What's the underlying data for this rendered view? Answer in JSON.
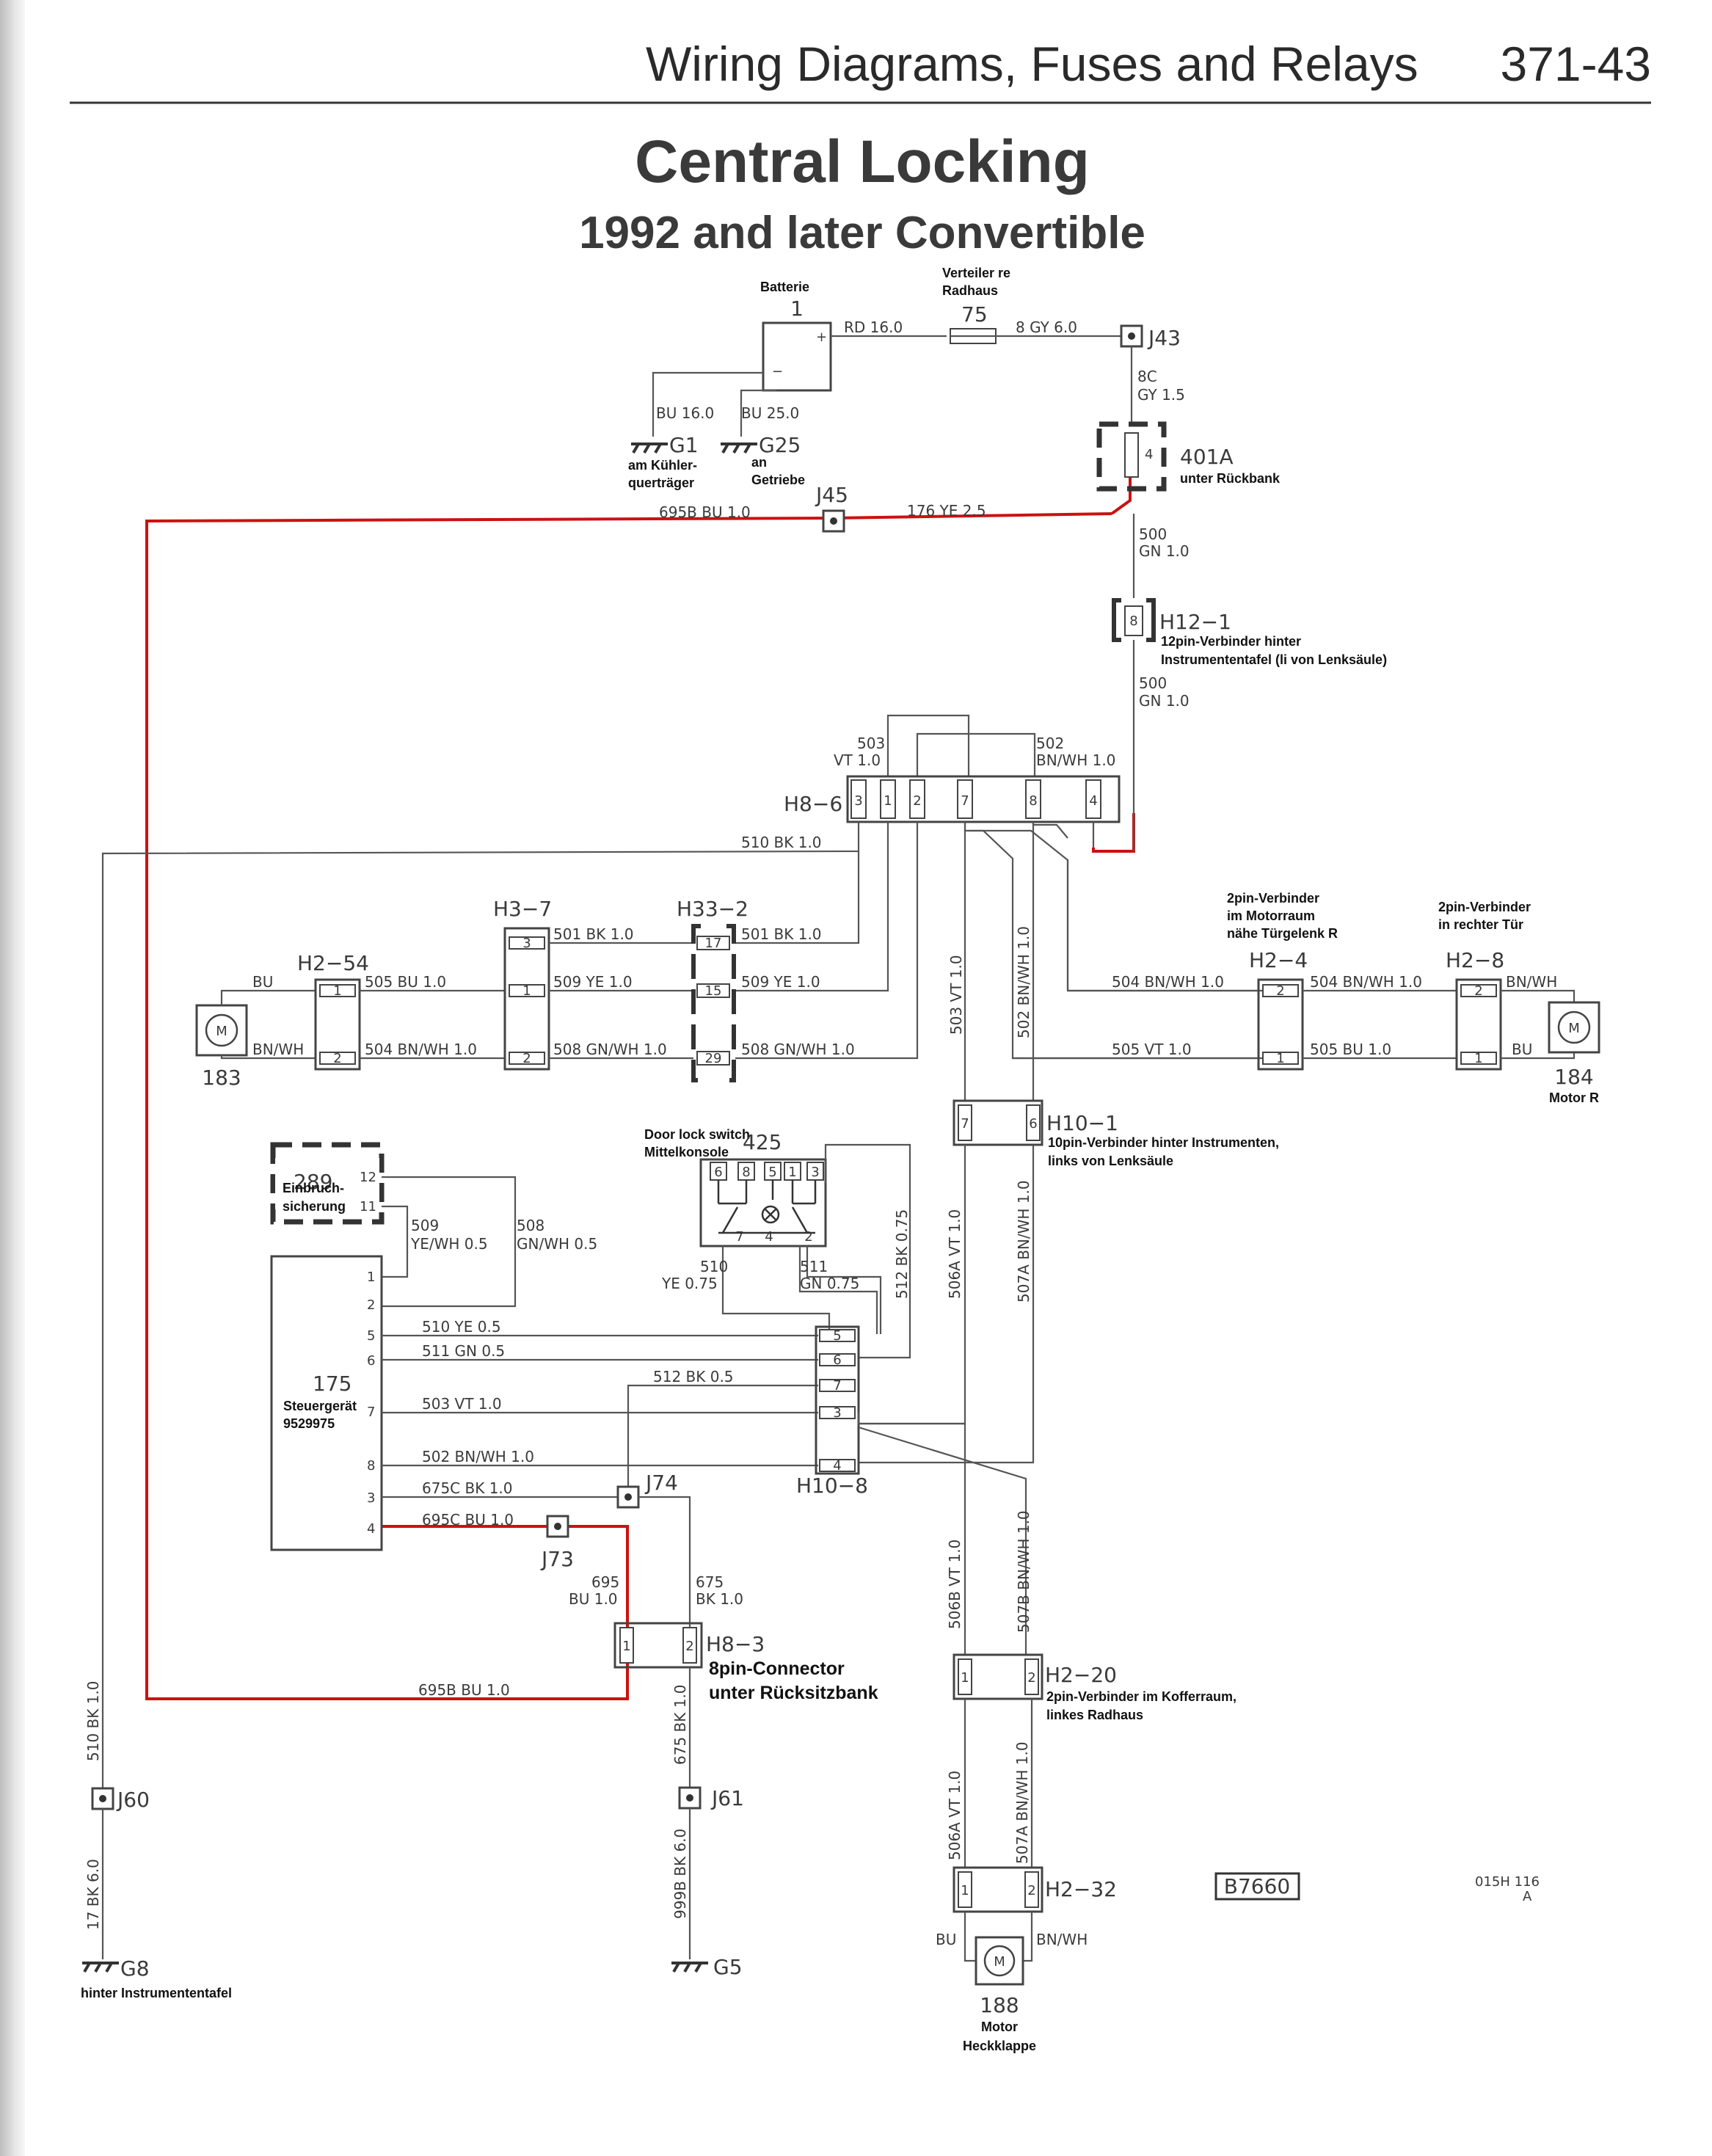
{
  "header": {
    "section": "Wiring Diagrams, Fuses and Relays",
    "page_number": "371-43"
  },
  "title": {
    "main": "Central Locking",
    "sub": "1992 and later Convertible"
  },
  "components": {
    "battery": {
      "id": "1",
      "note": "Batterie"
    },
    "fuse_dist": {
      "id": "75",
      "note1": "Verteiler re",
      "note2": "Radhaus"
    },
    "j43": "J43",
    "g1": {
      "id": "G1",
      "note1": "am Kühler-",
      "note2": "querträger"
    },
    "g25": {
      "id": "G25",
      "note1": "an",
      "note2": "Getriebe"
    },
    "fuse_401a": {
      "id": "401A",
      "pin": "4",
      "note": "unter Rückbank"
    },
    "j45": "J45",
    "h12_1": {
      "id": "H12−1",
      "pin": "8",
      "note1": "12pin-Verbinder hinter",
      "note2": "Instrumententafel (li von Lenksäule)"
    },
    "h8_6": {
      "id": "H8−6",
      "pins": [
        "3",
        "1",
        "2",
        "7",
        "8",
        "4"
      ]
    },
    "h3_7": {
      "id": "H3−7",
      "pins": [
        "3",
        "1",
        "2"
      ]
    },
    "h33_2": {
      "id": "H33−2",
      "pins": [
        "17",
        "15",
        "29"
      ]
    },
    "h2_54": {
      "id": "H2−54",
      "pins": [
        "1",
        "2"
      ]
    },
    "motor_183": {
      "id": "183",
      "symbol": "M"
    },
    "h2_4": {
      "id": "H2−4",
      "pins": [
        "2",
        "1"
      ],
      "note1": "2pin-Verbinder",
      "note2": "im Motorraum",
      "note3": "nähe Türgelenk R"
    },
    "h2_8": {
      "id": "H2−8",
      "pins": [
        "2",
        "1"
      ],
      "note1": "2pin-Verbinder",
      "note2": "in rechter Tür"
    },
    "motor_184": {
      "id": "184",
      "symbol": "M",
      "note": "Motor R"
    },
    "h10_1": {
      "id": "H10−1",
      "pins": [
        "7",
        "6"
      ],
      "note1": "10pin-Verbinder hinter Instrumenten,",
      "note2": "links von Lenksäule"
    },
    "switch_425": {
      "id": "425",
      "pins": [
        "6",
        "8",
        "5",
        "1",
        "3",
        "7",
        "4",
        "2"
      ],
      "note1": "Door lock switch",
      "note2": "Mittelkonsole"
    },
    "alarm_289": {
      "id": "289",
      "pins": [
        "12",
        "11"
      ],
      "note1": "Einbruch-",
      "note2": "sicherung"
    },
    "ecu_175": {
      "id": "175",
      "note1": "Steuergerät",
      "note2": "9529975",
      "pins": [
        "1",
        "2",
        "5",
        "6",
        "7",
        "8",
        "3",
        "4"
      ]
    },
    "h10_8": {
      "id": "H10−8",
      "pins": [
        "5",
        "6",
        "7",
        "3",
        "4"
      ]
    },
    "j74": "J74",
    "j73": "J73",
    "h8_3": {
      "id": "H8−3",
      "pins": [
        "1",
        "2"
      ],
      "note1": "8pin-Connector",
      "note2": "unter Rücksitzbank"
    },
    "h2_20": {
      "id": "H2−20",
      "pins": [
        "1",
        "2"
      ],
      "note1": "2pin-Verbinder im Kofferraum,",
      "note2": "linkes Radhaus"
    },
    "h2_32": {
      "id": "H2−32",
      "pins": [
        "1",
        "2"
      ]
    },
    "motor_188": {
      "id": "188",
      "symbol": "M",
      "note1": "Motor",
      "note2": "Heckklappe"
    },
    "j60": "J60",
    "j61": "J61",
    "g8": {
      "id": "G8",
      "note": "hinter Instrumententafel"
    },
    "g5": "G5"
  },
  "wires": {
    "rd16": "RD 16.0",
    "w8gy": "8 GY 6.0",
    "bu16": "BU 16.0",
    "bu25": "BU 25.0",
    "w8c": "8C",
    "gy15": "GY 1.5",
    "w695b": "695B BU 1.0",
    "w176": "176 YE 2.5",
    "w500a": "500",
    "gn10a": "GN 1.0",
    "w500b": "500",
    "gn10b": "GN 1.0",
    "w503": "503",
    "vt10": "VT 1.0",
    "w502": "502",
    "bnwh10": "BN/WH 1.0",
    "w510bk": "510 BK 1.0",
    "w501a": "501 BK 1.0",
    "w501b": "501 BK 1.0",
    "bu": "BU",
    "bnwh": "BN/WH",
    "w505": "505 BU 1.0",
    "w509a": "509 YE 1.0",
    "w509b": "509 YE 1.0",
    "w504": "504 BN/WH 1.0",
    "w508a": "508 GN/WH 1.0",
    "w508b": "508 GN/WH 1.0",
    "w503v": "503 VT 1.0",
    "w502v": "502 BN/WH 1.0",
    "w504r1": "504 BN/WH 1.0",
    "w504r2": "504 BN/WH 1.0",
    "w505r1": "505 VT 1.0",
    "w505r2": "505 BU 1.0",
    "bnwh_r": "BN/WH",
    "bu_r": "BU",
    "w509s": "509",
    "yewh05": "YE/WH 0.5",
    "w508s": "508",
    "gnwh05": "GN/WH 0.5",
    "w510": "510",
    "ye075": "YE 0.75",
    "w511": "511",
    "gn075": "GN 0.75",
    "w512v": "512 BK 0.75",
    "w506a": "506A VT 1.0",
    "w507a": "507A BN/WH 1.0",
    "w510ye": "510 YE 0.5",
    "w511gn": "511 GN 0.5",
    "w512bk": "512 BK 0.5",
    "w503vt": "503 VT 1.0",
    "w502bn": "502 BN/WH 1.0",
    "w675c": "675C BK 1.0",
    "w695c": "695C BU 1.0",
    "w695": "695",
    "bu10": "BU 1.0",
    "w675": "675",
    "bk10": "BK 1.0",
    "w695b2": "695B BU 1.0",
    "w506b": "506B VT 1.0",
    "w507b": "507B BN/WH 1.0",
    "w506a2": "506A VT 1.0",
    "w507a2": "507A BN/WH 1.0",
    "w510v": "510 BK 1.0",
    "w17": "17 BK 6.0",
    "w675v": "675 BK 1.0",
    "w999": "999B BK 6.0",
    "bu_b": "BU",
    "bnwh_b": "BN/WH"
  },
  "footer": {
    "ref_box": "B7660",
    "code1": "015H 116",
    "code2": "A"
  },
  "colors": {
    "wire": "#555555",
    "highlight": "#cc1111",
    "text": "#3a3a3a"
  }
}
